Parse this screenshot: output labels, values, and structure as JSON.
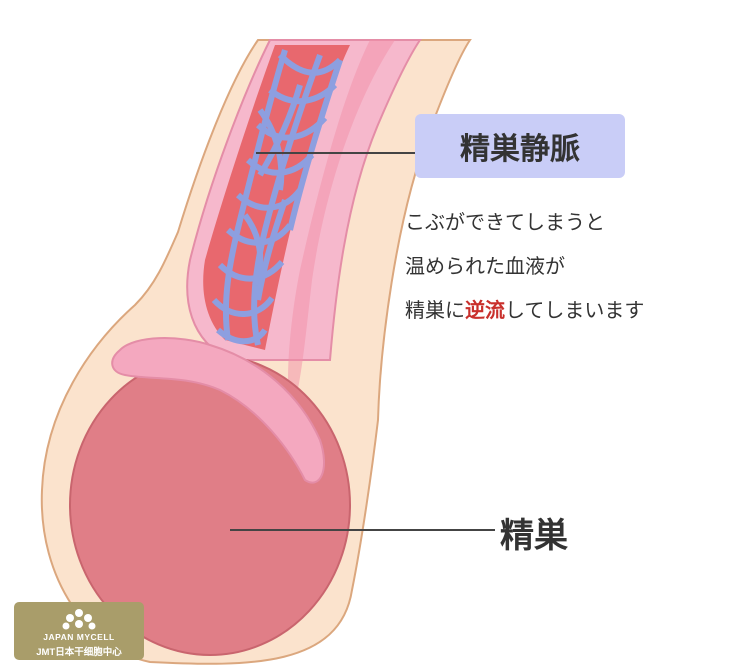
{
  "vein_label": "精巣静脈",
  "description": {
    "line1": "こぶができてしまうと",
    "line2": "温められた血液が",
    "line3_before": "精巣に",
    "line3_highlight": "逆流",
    "line3_after": "してしまいます"
  },
  "testis_label": "精巣",
  "logo": {
    "line1": "JAPAN MYCELL",
    "line2": "JMT日本干细胞中心"
  },
  "colors": {
    "skin": "#fbe3cd",
    "outline": "#dba77e",
    "tube": "#f6b8cc",
    "tube_inner": "#f28fa7",
    "vein_red": "#e8686e",
    "vein_blue": "#8d9fe0",
    "testis": "#e07e87",
    "epididymis": "#f4a8bf",
    "highlight": "#c9302c",
    "label_box": "#c9cdf7",
    "logo_bg": "#a99d6a"
  }
}
